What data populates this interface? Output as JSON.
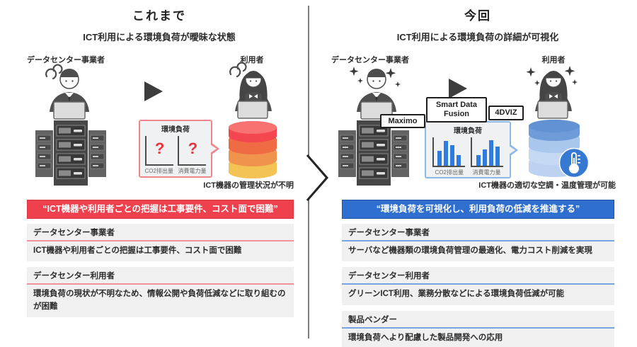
{
  "left": {
    "title": "これまで",
    "subtitle": "ICT利用による環境負荷が曖昧な状態",
    "operator_label": "データセンター事業者",
    "user_label": "利用者",
    "env_box": {
      "title": "環境負荷",
      "question_mark": "?",
      "chart1_label": "CO2排出量",
      "chart2_label": "消費電力量"
    },
    "db_caption": "ICT機器の管理状況が不明",
    "banner": "“ICT機器や利用者ごとの把握は工事要件、コスト面で困難”",
    "sections": [
      {
        "heading": "データセンター事業者",
        "body": "ICT機器や利用者ごとの把握は工事要件、コスト面で困難"
      },
      {
        "heading": "データセンター利用者",
        "body": "環境負荷の現状が不明なため、情報公開や負荷低減などに取り組むのが困難"
      }
    ]
  },
  "right": {
    "title": "今回",
    "subtitle": "ICT利用による環境負荷の詳細が可視化",
    "operator_label": "データセンター事業者",
    "user_label": "利用者",
    "products": {
      "maximo": "Maximo",
      "smart_data_fusion": "Smart Data Fusion",
      "fourdviz": "4DVIZ"
    },
    "env_box": {
      "title": "環境負荷",
      "chart1_label": "CO2排出量",
      "chart2_label": "消費電力量",
      "chart1_bars": [
        52,
        88,
        72,
        38
      ],
      "chart2_bars": [
        38,
        58,
        90,
        68
      ]
    },
    "db_caption": "ICT機器の適切な空調・温度管理が可能",
    "banner": "“環境負荷を可視化し、利用負荷の低減を推進する”",
    "sections": [
      {
        "heading": "データセンター事業者",
        "body": "サーバなど機器類の環境負荷管理の最適化、電力コスト削減を実現"
      },
      {
        "heading": "データセンター利用者",
        "body": "グリーンICT利用、業務分散などによる環境負荷低減が可能"
      },
      {
        "heading": "製品ベンダー",
        "body": "環境負荷へより配慮した製品開発への応用"
      }
    ]
  },
  "colors": {
    "banner_red": "#ef404d",
    "banner_blue": "#2e6fd0",
    "underline_red": "#f2929a",
    "underline_blue": "#74a4e6",
    "bar_blue": "#2e7ce2",
    "question_red": "#e8323e",
    "row_bg": "#f0f0f0",
    "db_red_bands": [
      "#f4464e",
      "#ee6b44",
      "#f0944d",
      "#f3c355"
    ],
    "db_blue_bands": [
      "#6f9cd8",
      "#a9c6ec",
      "#c6d9f3",
      "#bcd2f0"
    ],
    "thermo_badge_blue": "#3579d2"
  },
  "icons": {
    "play_arrow": "▶",
    "question_mark": "?",
    "sparkle": "✦",
    "confusion_squiggle": "〰",
    "thermometer": "🌡"
  }
}
